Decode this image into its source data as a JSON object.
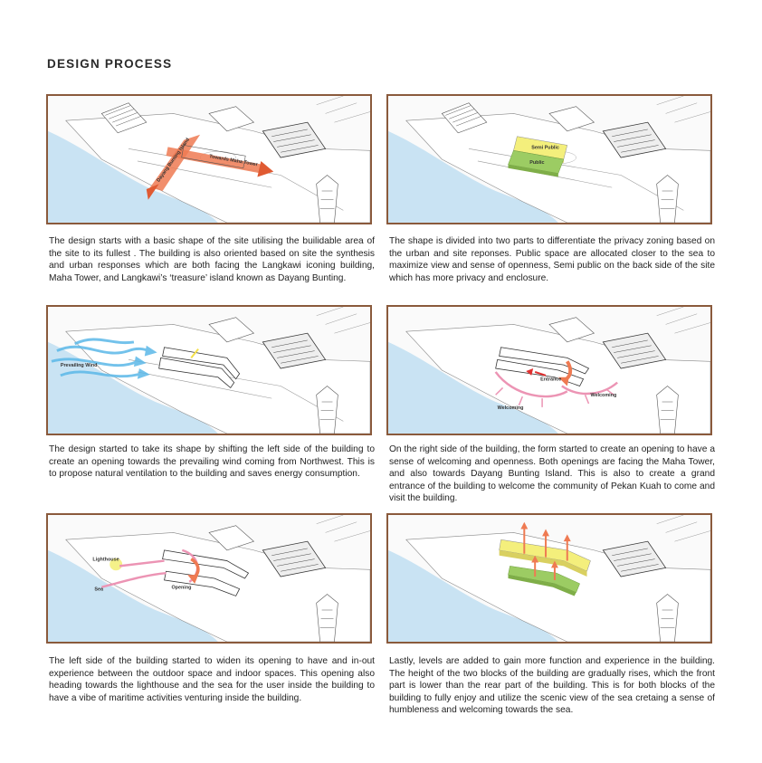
{
  "page": {
    "title": "DESIGN PROCESS"
  },
  "colors": {
    "frame": "#8a5a3c",
    "sea": "#c9e3f3",
    "arrow_orange": "#ef7a52",
    "zone_yellow": "#f4ef7c",
    "zone_green": "#9ccc63",
    "wind_blue": "#5bb8e8",
    "welcome_pink": "#ec94b4"
  },
  "steps": [
    {
      "labels": {
        "axis_a": "Dayang Bunting Island",
        "axis_b": "Towards Maha Tower"
      },
      "caption": "The design starts with a basic shape of the site utilising the builidable area of the site to its fullest . The building is also oriented based on site the synthesis and urban responses which are both facing the Langkawi iconing building, Maha Tower, and Langkawi’s ‘treasure’ island known as Dayang Bunting."
    },
    {
      "labels": {
        "semi_public": "Semi Public",
        "public": "Public"
      },
      "caption": "The shape is divided into two parts to differentiate the privacy zoning based on the urban and site reponses. Public space are allocated closer to the sea to maximize view and sense of openness, Semi public on the back side of the site which has more privacy and enclosure."
    },
    {
      "labels": {
        "wind": "Prevailing Wind"
      },
      "caption": "The design started to take its shape by shifting the left side of the building to create an opening towards the prevailing wind coming from Northwest. This is to propose natural ventilation to the building and saves energy consumption."
    },
    {
      "labels": {
        "entrance": "Entrance",
        "welcoming_left": "Welcoming",
        "welcoming_right": "Welcoming"
      },
      "caption": "On the right side of the building, the form started to create an opening to have a sense of welcoming and openness. Both openings are facing the Maha Tower, and also towards Dayang Bunting Island. This is also to create a grand entrance of the building to welcome the community of Pekan Kuah to come and visit the building."
    },
    {
      "labels": {
        "lighthouse": "Lighthouse",
        "sea": "Sea",
        "opening": "Opening"
      },
      "caption": "The left side of the building started to widen its opening to have and in-out experience between the outdoor space and indoor spaces. This opening also heading towards the lighthouse and the sea for the user inside the building to have a vibe of maritime activities venturing inside the building."
    },
    {
      "labels": {},
      "caption": "Lastly, levels are added to gain more function and experience in the building. The height of the two blocks of the building are gradually rises, which the front part is lower than the rear part of the building. This is for both blocks of the building to fully enjoy and utilize the scenic view of the sea cretaing a sense of humbleness and welcoming towards the sea."
    }
  ]
}
